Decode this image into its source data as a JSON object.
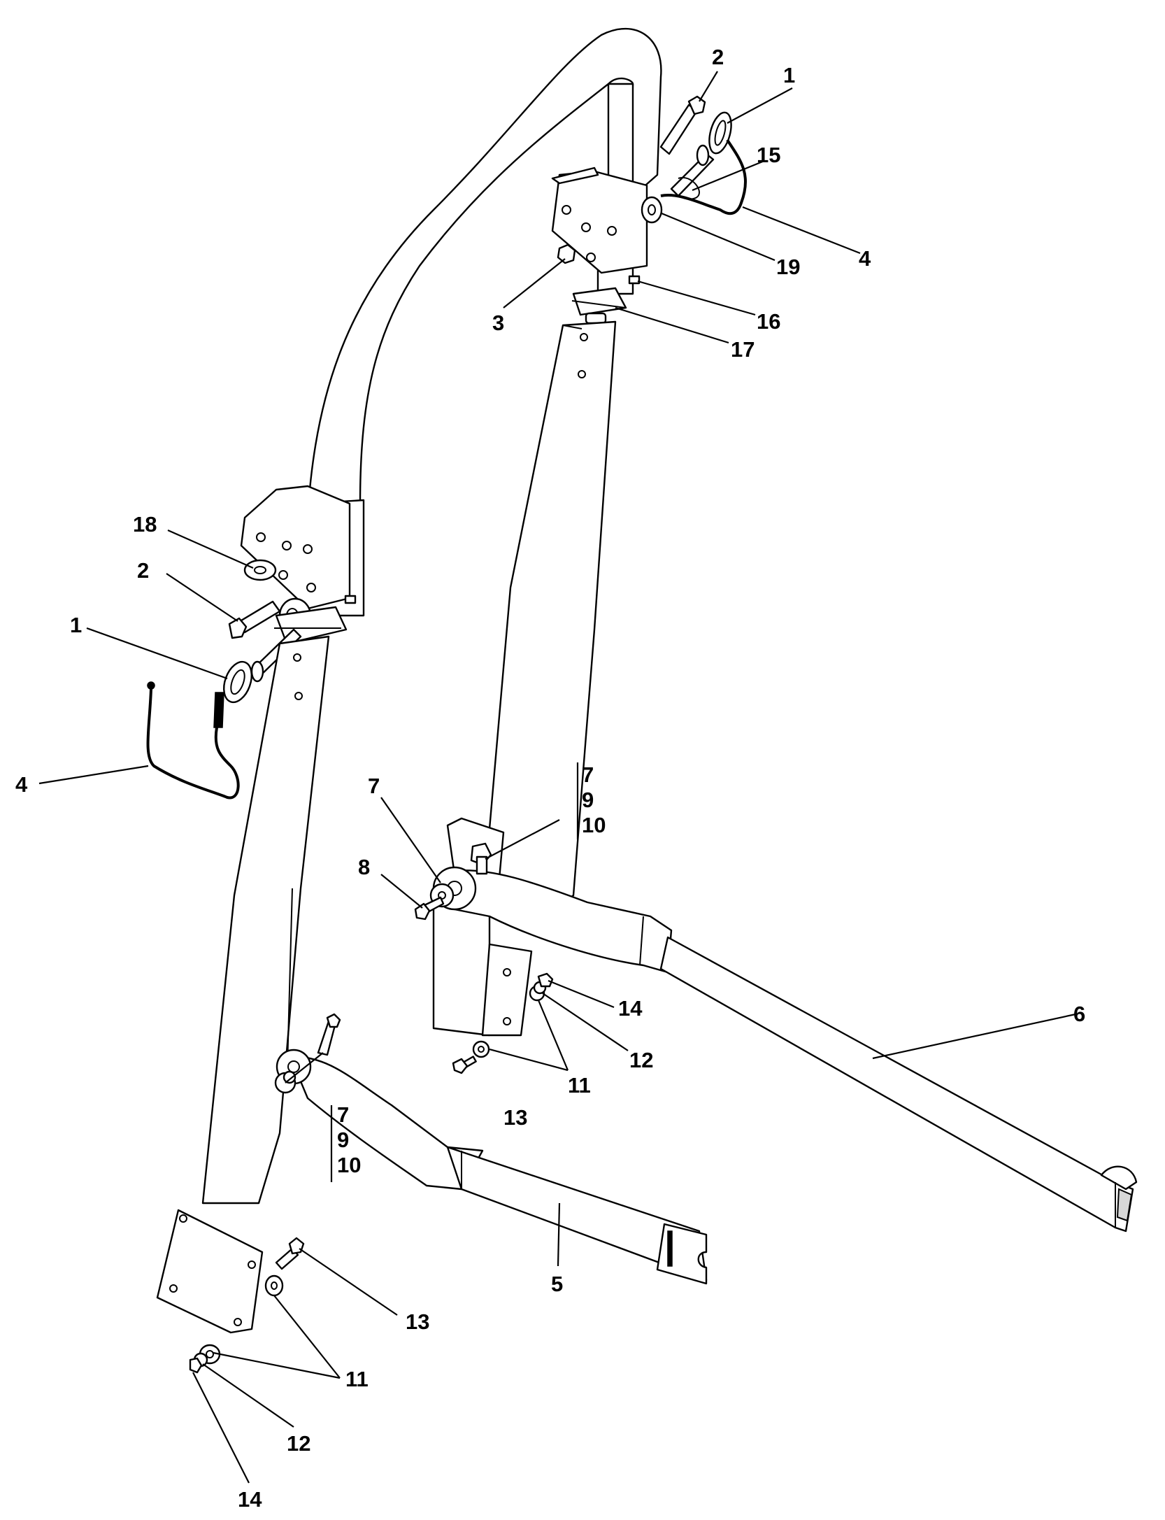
{
  "diagram": {
    "callouts": {
      "c1_top": "1",
      "c2_top": "2",
      "c15": "15",
      "c4_top": "4",
      "c19": "19",
      "c3": "3",
      "c16": "16",
      "c17": "17",
      "c18": "18",
      "c2_left": "2",
      "c1_left": "1",
      "c4_left": "4",
      "c7_group_top": [
        "7",
        "9",
        "10"
      ],
      "c7_right": "7",
      "c8": "8",
      "c14_right": "14",
      "c6": "6",
      "c12_right": "12",
      "c11_right": "11",
      "c13_right": "13",
      "c7_group_bottom": [
        "7",
        "9",
        "10"
      ],
      "c5": "5",
      "c13_bottom": "13",
      "c11_bottom": "11",
      "c12_bottom": "12",
      "c14_bottom": "14"
    }
  }
}
